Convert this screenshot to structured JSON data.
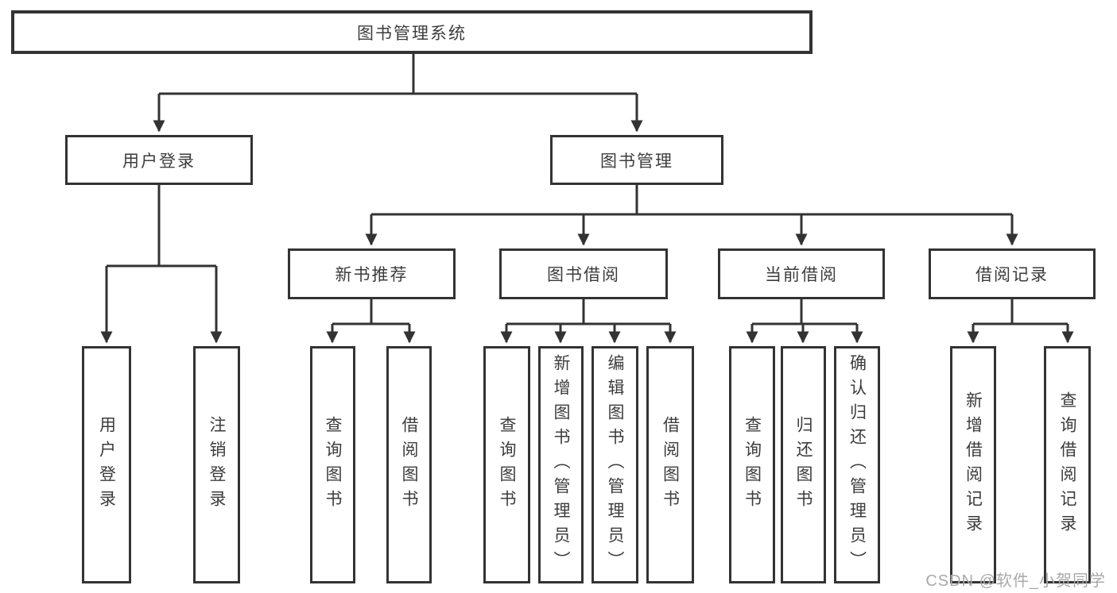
{
  "diagram": {
    "type": "functional-structure-tree",
    "root": {
      "label": "图书管理系统",
      "children": [
        {
          "label": "用户登录",
          "children": [
            {
              "label": "用户登录"
            },
            {
              "label": "注销登录"
            }
          ]
        },
        {
          "label": "图书管理",
          "children": [
            {
              "label": "新书推荐",
              "children": [
                {
                  "label": "查询图书"
                },
                {
                  "label": "借阅图书"
                }
              ]
            },
            {
              "label": "图书借阅",
              "children": [
                {
                  "label": "查询图书"
                },
                {
                  "label": "新增图书（管理员）"
                },
                {
                  "label": "编辑图书（管理员）"
                },
                {
                  "label": "借阅图书"
                }
              ]
            },
            {
              "label": "当前借阅",
              "children": [
                {
                  "label": "查询图书"
                },
                {
                  "label": "归还图书"
                },
                {
                  "label": "确认归还（管理员）"
                }
              ]
            },
            {
              "label": "借阅记录",
              "children": [
                {
                  "label": "新增借阅记录"
                },
                {
                  "label": "查询借阅记录"
                }
              ]
            }
          ]
        }
      ]
    },
    "colors": {
      "line": "#333333",
      "box_border": "#333333",
      "box_fill": "#ffffff",
      "text": "#3c3c3c",
      "watermark": "#a9a9a9",
      "background": "#ffffff"
    }
  },
  "watermark": {
    "text": "CSDN @软件_小贺同学"
  }
}
